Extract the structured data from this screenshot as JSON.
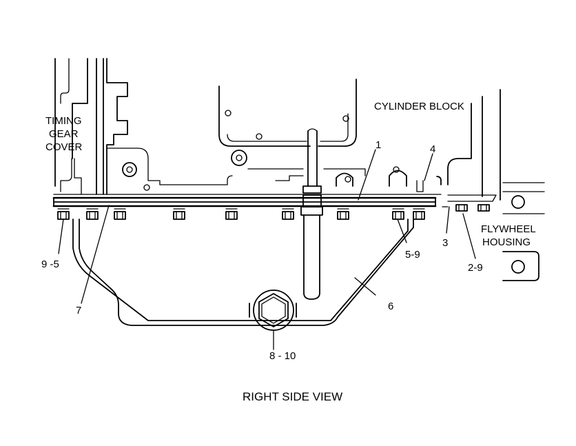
{
  "caption": "RIGHT SIDE VIEW",
  "labels": {
    "cylinder_block": "CYLINDER BLOCK",
    "timing_gear_cover_1": "TIMING",
    "timing_gear_cover_2": "GEAR",
    "timing_gear_cover_3": "COVER",
    "flywheel_housing_1": "FLYWHEEL",
    "flywheel_housing_2": "HOUSING"
  },
  "callouts": {
    "c1": "1",
    "c2_9": "2-9",
    "c3": "3",
    "c4": "4",
    "c5_9": "5-9",
    "c6": "6",
    "c7": "7",
    "c8_10": "8 - 10",
    "c9_5": "9 -5"
  }
}
